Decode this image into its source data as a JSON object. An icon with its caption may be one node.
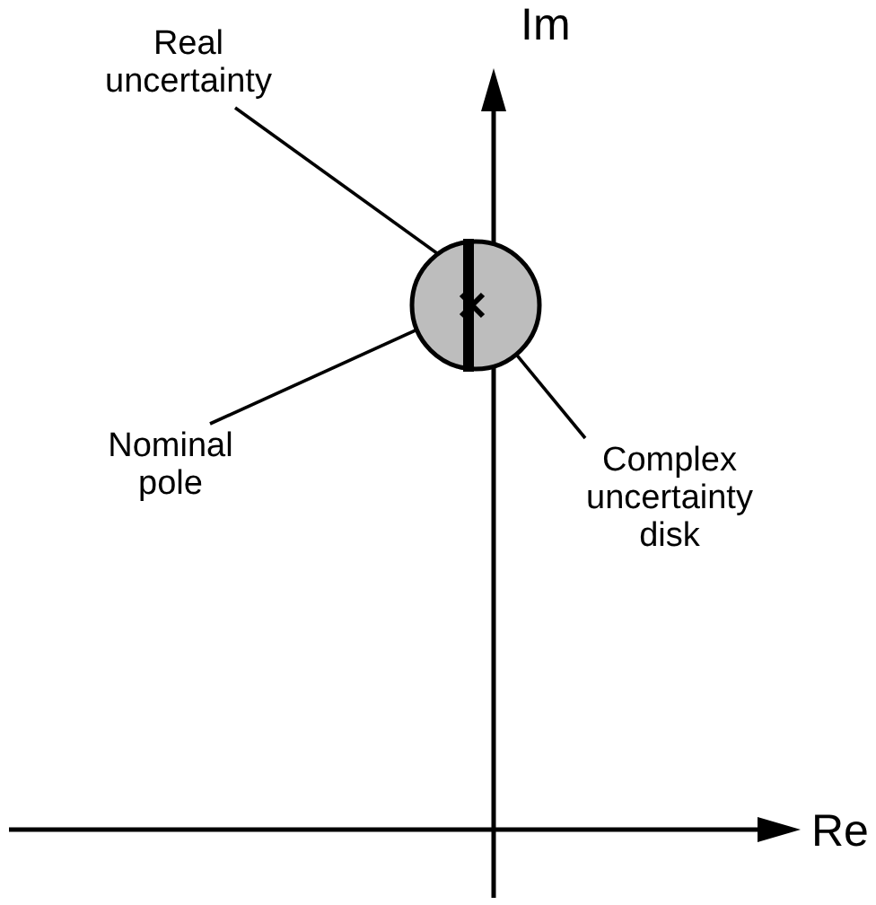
{
  "diagram": {
    "nodes": [
      {
        "text": [
          "Real uncertainty"
        ]
      },
      {
        "text": [
          "Nominal pole"
        ]
      },
      {
        "text": [
          "Complex uncertainty disk"
        ]
      },
      {
        "text": [],
        "shape": "circle"
      },
      {
        "text": [],
        "shape": "bar",
        "in": 3
      },
      {
        "text": [],
        "shape": "cross",
        "in": 3
      }
    ],
    "edges": [
      {
        "from": 0,
        "to": 4,
        "arrow": "none"
      },
      {
        "from": 1,
        "to": 5,
        "arrow": "none"
      },
      {
        "from": 2,
        "to": 3,
        "arrow": "none"
      }
    ],
    "labels": [
      "Im",
      "Re"
    ]
  }
}
